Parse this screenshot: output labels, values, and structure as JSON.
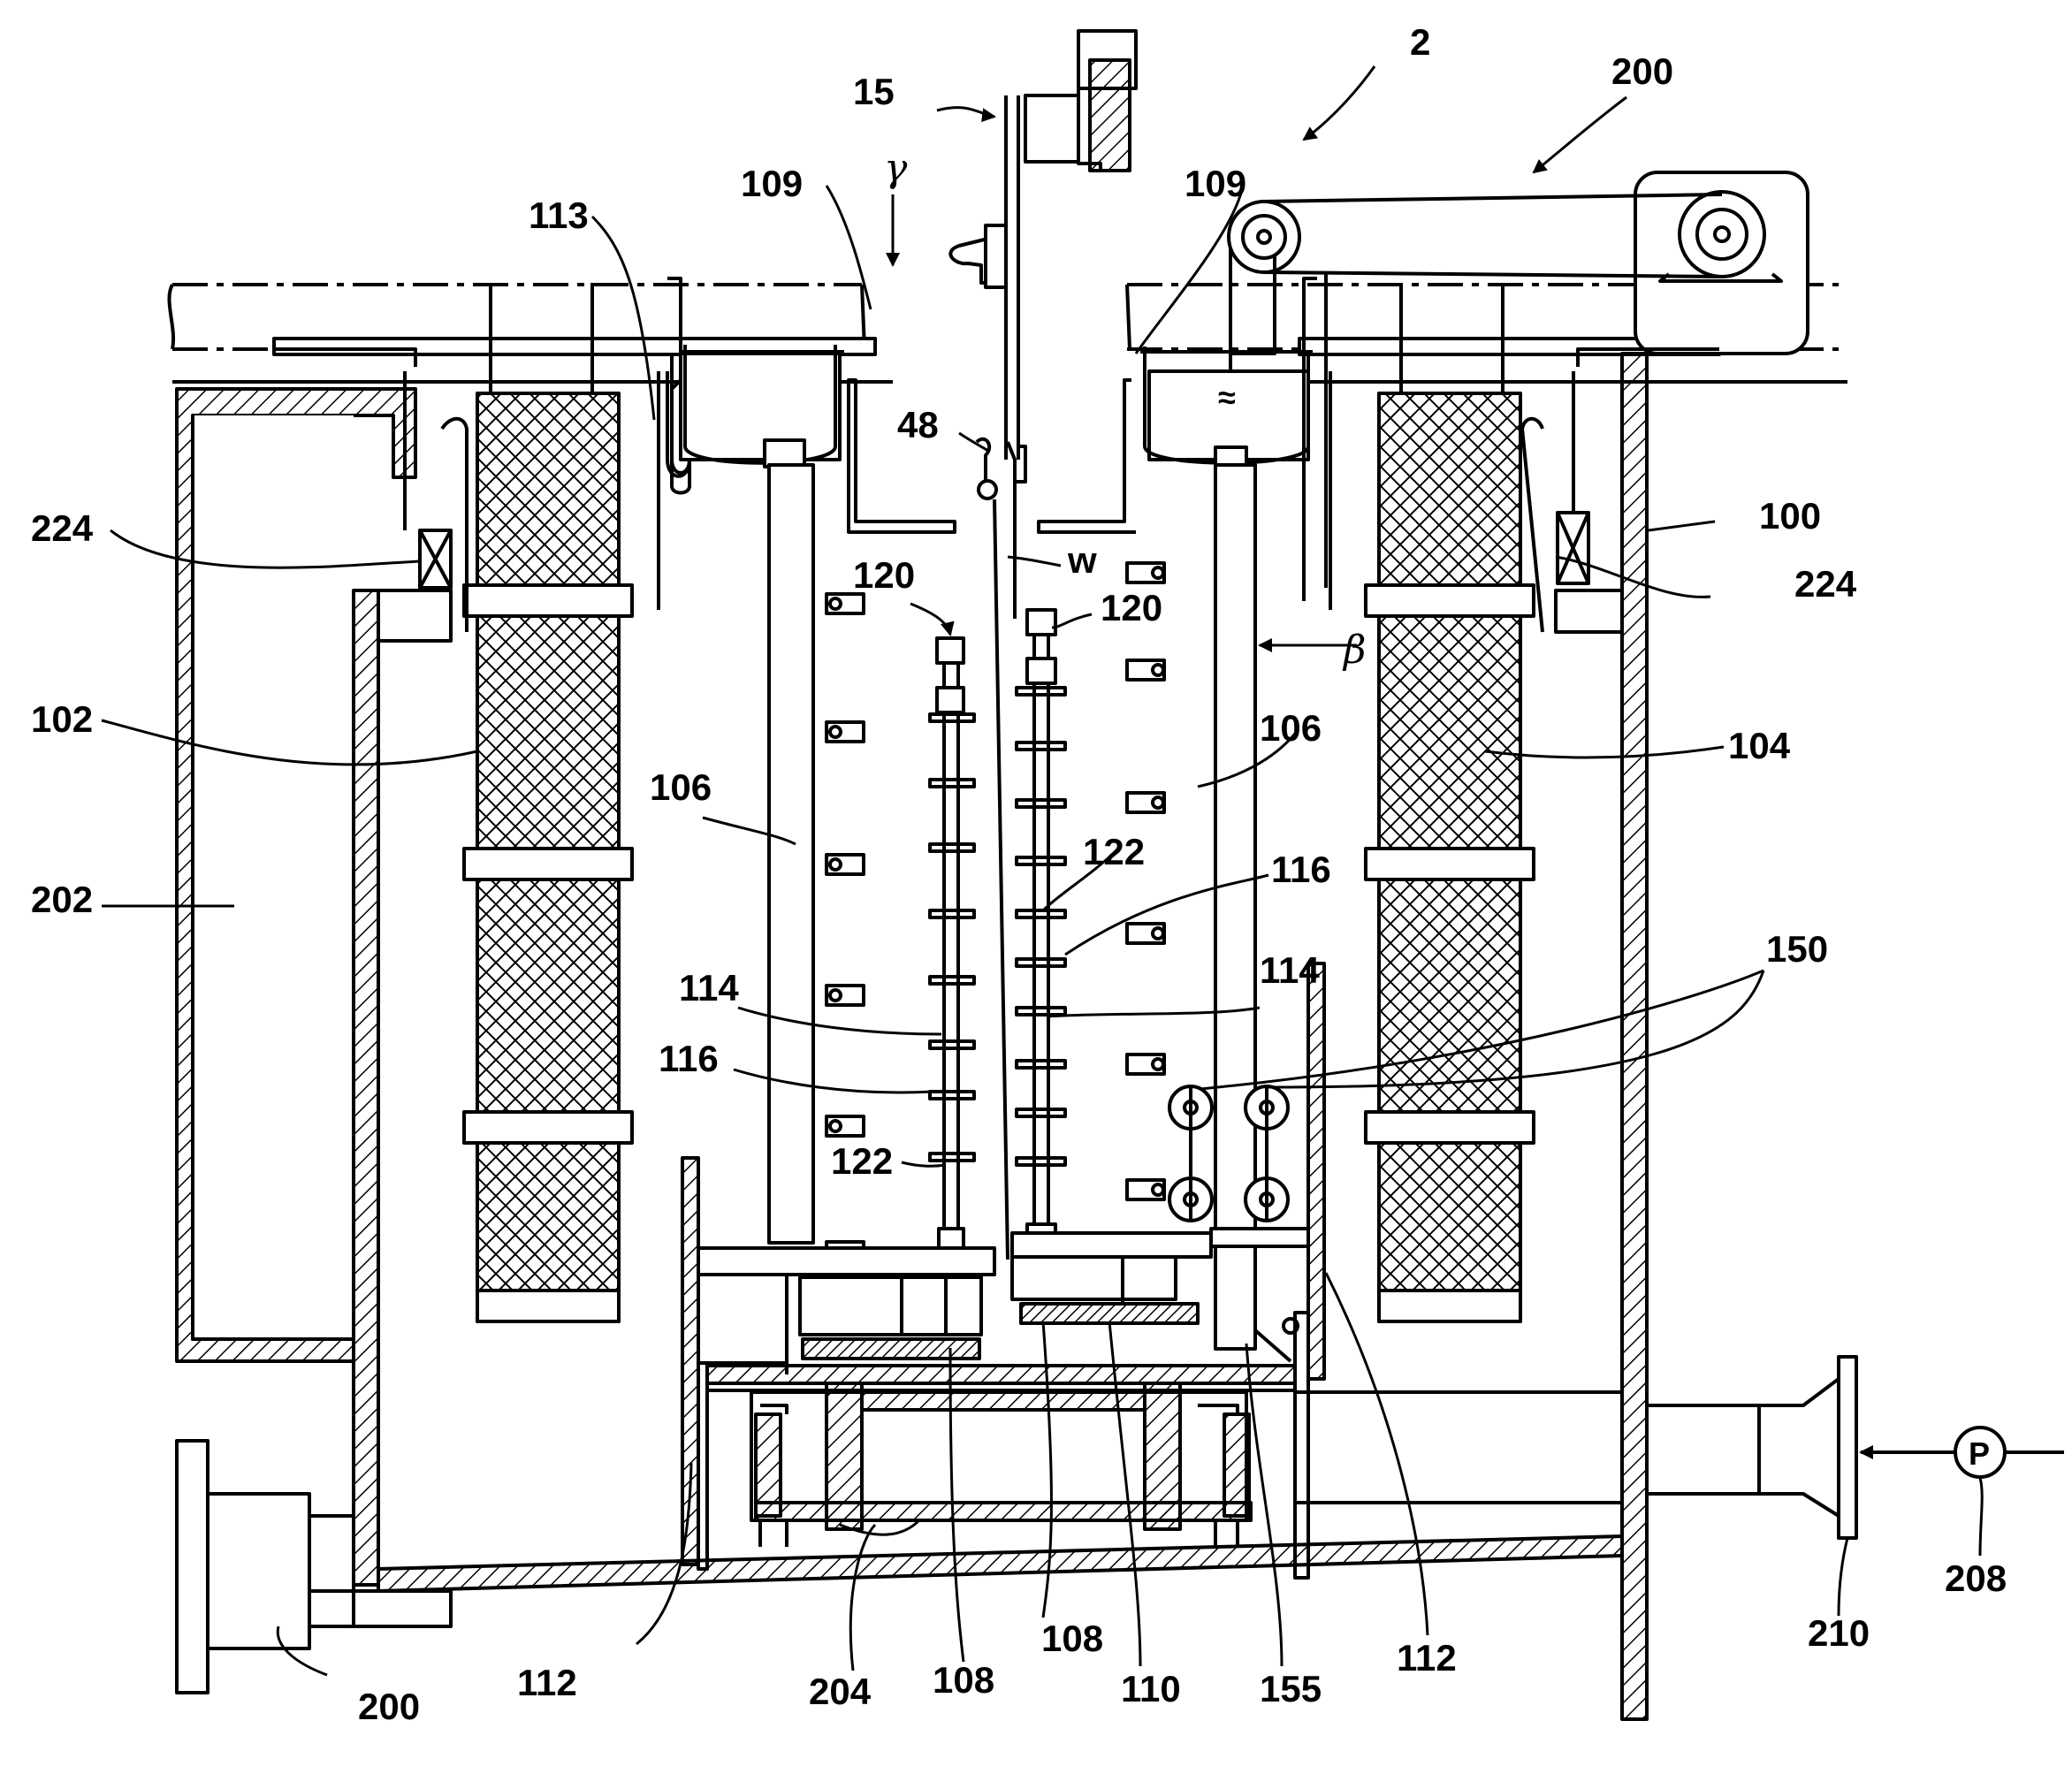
{
  "figure": {
    "labels": {
      "l_2": "2",
      "l_15": "15",
      "l_200_top": "200",
      "l_109_left": "109",
      "l_109_right": "109",
      "l_113": "113",
      "l_gamma": "γ",
      "l_48": "48",
      "l_w": "w",
      "l_224_left": "224",
      "l_224_right": "224",
      "l_100": "100",
      "l_120_left": "120",
      "l_120_right": "120",
      "l_beta": "β",
      "l_102": "102",
      "l_104": "104",
      "l_106_left": "106",
      "l_106_right": "106",
      "l_202": "202",
      "l_122_upper": "122",
      "l_122_lower": "122",
      "l_116_right": "116",
      "l_116_left": "116",
      "l_114_left": "114",
      "l_114_right": "114",
      "l_150": "150",
      "l_200_bottom": "200",
      "l_112_left": "112",
      "l_204": "204",
      "l_108_left": "108",
      "l_108_right": "108",
      "l_110": "110",
      "l_155": "155",
      "l_112_right": "112",
      "l_210": "210",
      "l_208": "208",
      "l_P": "P",
      "l_approx": "≈"
    }
  }
}
